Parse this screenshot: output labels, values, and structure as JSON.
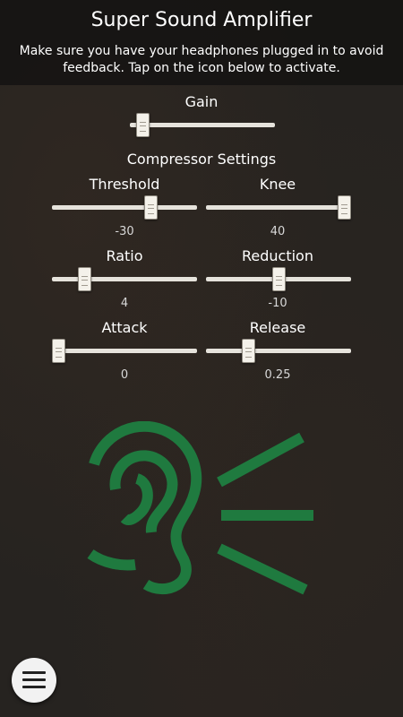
{
  "header": {
    "title": "Super Sound Amplifier",
    "subtitle": "Make sure you have your headphones plugged in to avoid feedback. Tap on the icon below to activate."
  },
  "gain": {
    "label": "Gain",
    "level": 0.05
  },
  "compressor": {
    "heading": "Compressor Settings",
    "threshold": {
      "label": "Threshold",
      "value": "-30",
      "level": 0.7
    },
    "knee": {
      "label": "Knee",
      "value": "40",
      "level": 1.0
    },
    "ratio": {
      "label": "Ratio",
      "value": "4",
      "level": 0.2
    },
    "reduction": {
      "label": "Reduction",
      "value": "-10",
      "level": 0.5
    },
    "attack": {
      "label": "Attack",
      "value": "0",
      "level": 0.0
    },
    "release": {
      "label": "Release",
      "value": "0.25",
      "level": 0.27
    }
  },
  "activate_icon": {
    "icon": "ear-sound-icon",
    "color": "#1f7a3f"
  },
  "menu": {
    "icon": "hamburger-menu-icon"
  }
}
